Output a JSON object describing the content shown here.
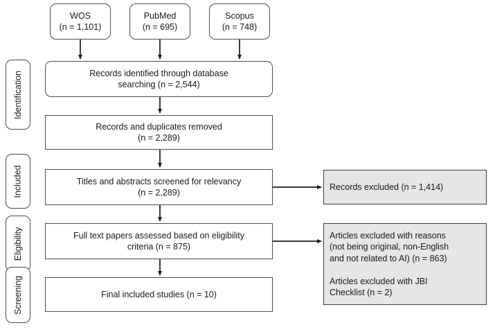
{
  "diagram": {
    "title": "PRISMA study selection flow diagram",
    "colors": {
      "box_border": "#4d4d4d",
      "box_fill": "#ffffff",
      "excluded_fill": "#e6e6e6",
      "excluded_border": "#3d3d3d",
      "connector": "#1a1a1a",
      "text": "#1a1a1a"
    },
    "sources": [
      {
        "name": "wos",
        "line1": "WOS",
        "line2": "(n = 1,101)"
      },
      {
        "name": "pubmed",
        "line1": "PubMed",
        "line2": "(n = 695)"
      },
      {
        "name": "scopus",
        "line1": "Scopus",
        "line2": "(n = 748)"
      }
    ],
    "stages": [
      {
        "name": "identification",
        "label": "Identification"
      },
      {
        "name": "included",
        "label": "Included"
      },
      {
        "name": "eligibility",
        "label": "Eligibility"
      },
      {
        "name": "screening",
        "label": "Screening"
      }
    ],
    "flow": [
      {
        "name": "records-identified",
        "line1": "Records identified through database",
        "line2": "searching (n = 2,544)"
      },
      {
        "name": "duplicates-removed",
        "line1": "Records and duplicates removed",
        "line2": "(n = 2,289)"
      },
      {
        "name": "titles-abstracts-screened",
        "line1": "Titles and abstracts screened for relevancy",
        "line2": "(n = 2,289)"
      },
      {
        "name": "full-text-assessed",
        "line1": "Full text papers assessed based on eligibility",
        "line2": "criteria (n = 875)"
      },
      {
        "name": "final-included",
        "line1": "Final included studies (n = 10)",
        "line2": ""
      }
    ],
    "excluded": [
      {
        "name": "records-excluded",
        "lines": [
          "Records excluded (n = 1,414)"
        ]
      },
      {
        "name": "articles-excluded",
        "lines": [
          "Articles excluded with reasons",
          "(not being original, non-English",
          "and not related to AI) (n = 863)",
          "",
          "Articles excluded with JBI",
          "Checklist (n = 2)"
        ]
      }
    ]
  }
}
